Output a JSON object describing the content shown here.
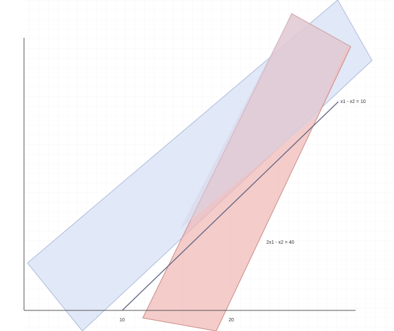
{
  "diagram": {
    "constraint_labels": [
      "x1 - x2 = 10",
      "2x1 - x2 = 40"
    ],
    "tick_labels": [
      "10",
      "20"
    ],
    "colors": {
      "blue_band_fill": "#dce4f7",
      "blue_band_stroke": "#aebbd9",
      "red_band_fill": "#efb7b4",
      "red_band_stroke": "#c98b87",
      "overlap_fill": "#dcd6e6",
      "axis_color": "#555555",
      "line_color": "#666a88",
      "grid_color": "#eeeeee"
    }
  }
}
